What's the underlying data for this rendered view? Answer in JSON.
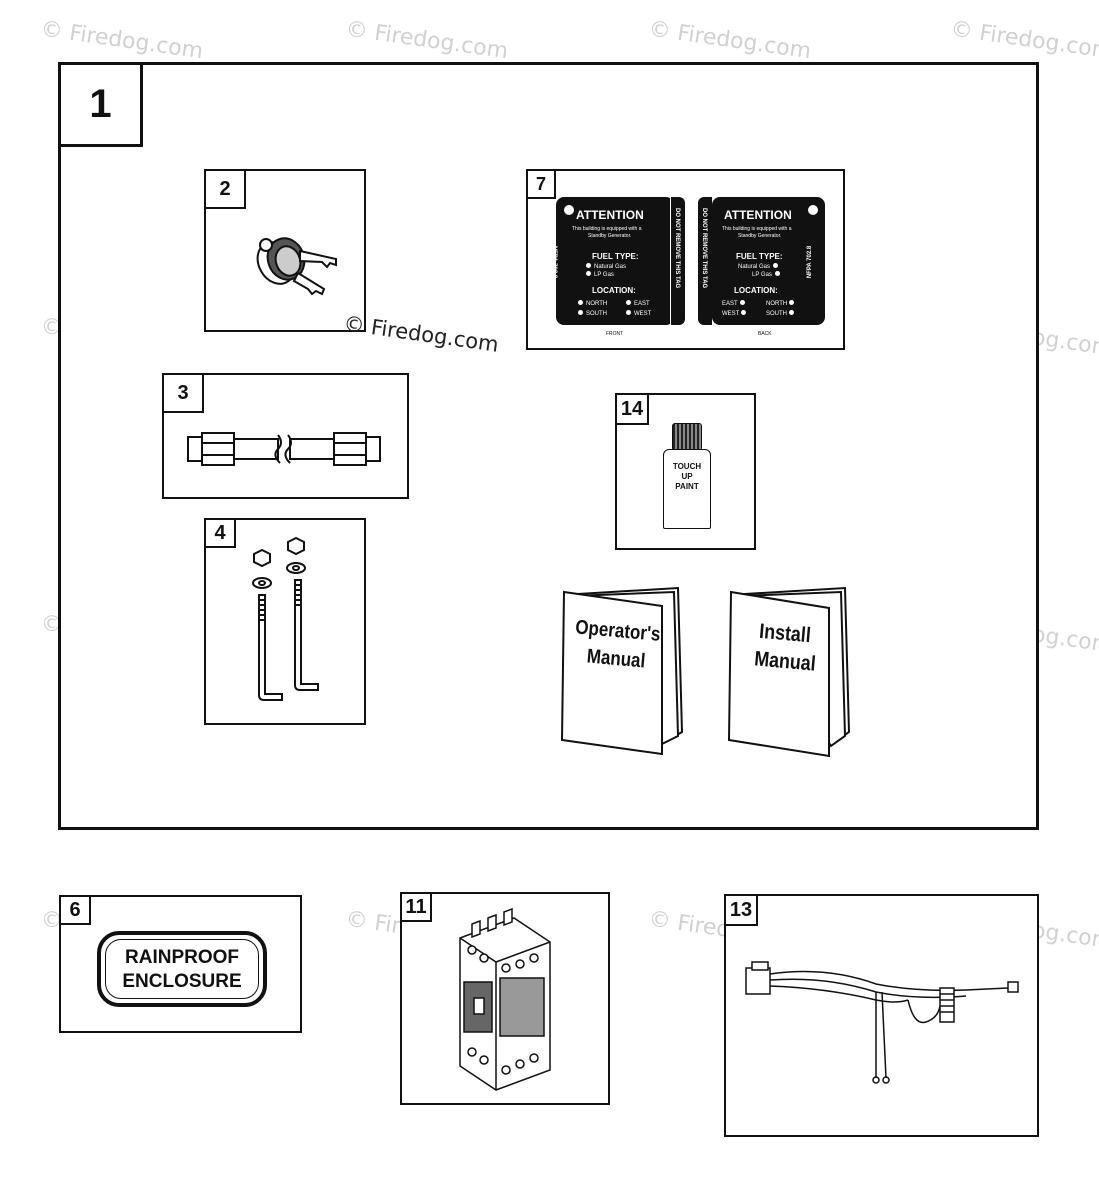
{
  "watermark": {
    "text": "© Firedog.com",
    "primary_text": "© Firedog.com"
  },
  "items": {
    "kit": {
      "number": "1"
    },
    "keys": {
      "number": "2"
    },
    "hose": {
      "number": "3"
    },
    "bolts": {
      "number": "4"
    },
    "decal": {
      "number": "6",
      "line1": "RAINPROOF",
      "line2": "ENCLOSURE"
    },
    "tag": {
      "number": "7",
      "title": "ATTENTION",
      "subtitle_1": "This building is equipped with a",
      "subtitle_2": "Standby Generator.",
      "fuel_label": "FUEL TYPE:",
      "fuel_1": "Natural Gas",
      "fuel_2": "LP Gas",
      "location_label": "LOCATION:",
      "north": "NORTH",
      "east": "EAST",
      "south": "SOUTH",
      "west": "WEST",
      "side_text_left": "NFPA 702.8",
      "side_text_right": "NFPA 702.8",
      "do_not_remove": "DO NOT REMOVE THIS TAG",
      "front_label": "FRONT",
      "back_label": "BACK"
    },
    "breaker": {
      "number": "11"
    },
    "harness": {
      "number": "13"
    },
    "paint": {
      "number": "14",
      "line1": "TOUCH",
      "line2": "UP",
      "line3": "PAINT"
    },
    "operators_manual": {
      "line1": "Operator's",
      "line2": "Manual"
    },
    "install_manual": {
      "line1": "Install",
      "line2": "Manual"
    }
  }
}
